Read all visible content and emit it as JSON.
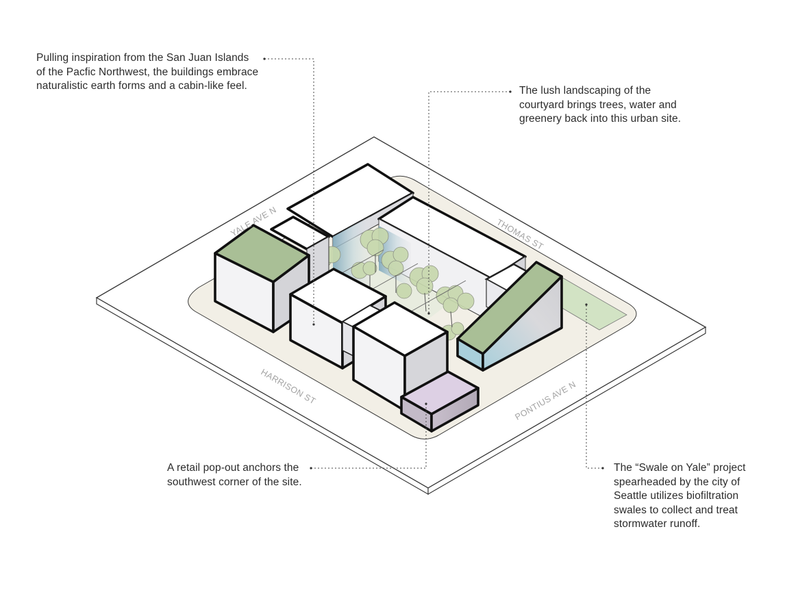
{
  "callouts": {
    "inspiration": {
      "lines": [
        "Pulling inspiration from the San Juan  Islands",
        "of the Pacfic Northwest, the buildings embrace",
        "naturalistic earth forms and a cabin-like feel."
      ]
    },
    "landscaping": {
      "lines": [
        "The lush landscaping of the",
        "courtyard brings trees, water and",
        "greenery back into this urban site."
      ]
    },
    "retail": {
      "lines": [
        "A retail pop-out anchors the",
        "southwest corner of the site."
      ]
    },
    "swale": {
      "lines": [
        "The “Swale on Yale” project",
        "spearheaded by the city of",
        "Seattle utilizes biofiltration",
        "swales to collect and treat",
        "stormwater runoff."
      ]
    }
  },
  "streets": {
    "yale": "YALE AVE N",
    "thomas": "THOMAS ST",
    "harrison": "HARRISON ST",
    "pontius": "PONTIUS AVE N"
  },
  "colors": {
    "green_roof": "#a9bf96",
    "retail_roof": "#ddd0e4",
    "plaza": "#f2efe6",
    "swale": "#d2e3c4",
    "water": "#8fb4c2",
    "tree_canopy": "#bfd2a6",
    "wall_light": "#eeeef0",
    "wall_dark": "#d2d2d6"
  }
}
